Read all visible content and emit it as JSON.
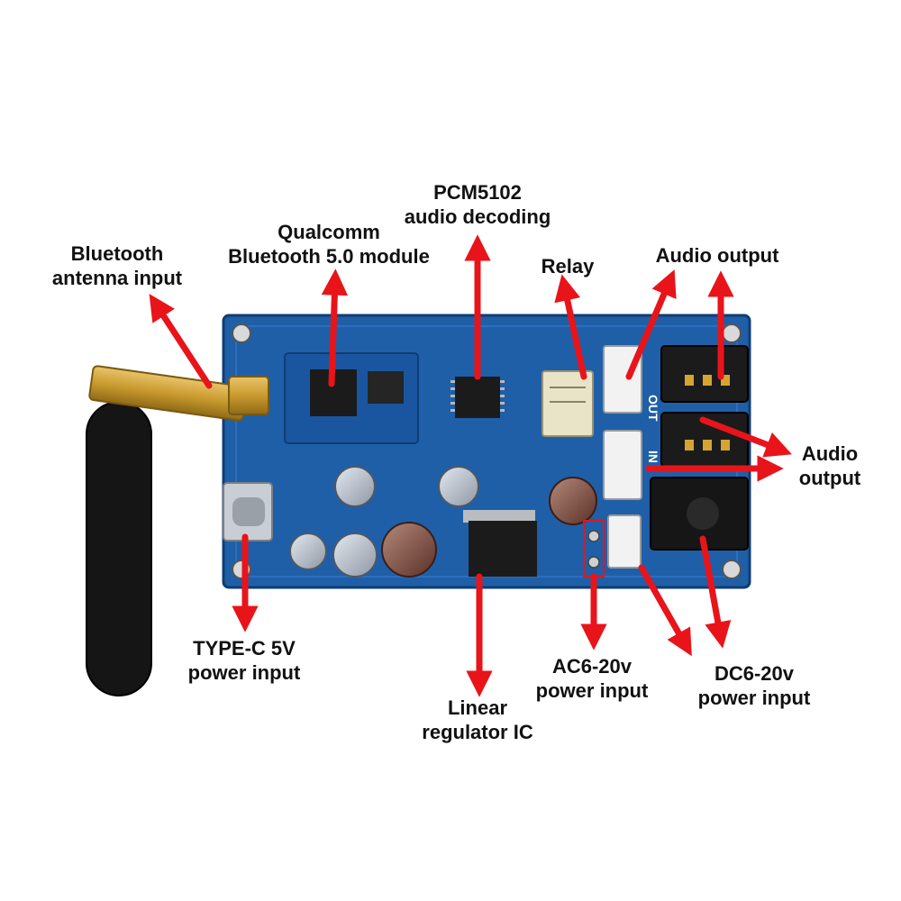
{
  "colors": {
    "arrow": "#e8141a",
    "pcb": "#1f5fa8",
    "pcb_dark": "#164a86",
    "chip": "#1b1b1b",
    "brass": "#c99a2e",
    "antenna": "#151515",
    "text": "#111111"
  },
  "board_markings": {
    "out_label": "OUT",
    "in_label": "IN"
  },
  "labels": {
    "antenna": {
      "line1": "Bluetooth",
      "line2": "antenna input"
    },
    "bt_module": {
      "line1": "Qualcomm",
      "line2": "Bluetooth 5.0 module"
    },
    "decoder": {
      "line1": "PCM5102",
      "line2": "audio decoding"
    },
    "relay": {
      "line1": "Relay"
    },
    "audio_out_top": {
      "line1": "Audio output"
    },
    "audio_out_right": {
      "line1": "Audio",
      "line2": "output"
    },
    "typec": {
      "line1": "TYPE-C 5V",
      "line2": "power input"
    },
    "regulator": {
      "line1": "Linear",
      "line2": "regulator IC"
    },
    "ac_power": {
      "line1": "AC6-20v",
      "line2": "power input"
    },
    "dc_power": {
      "line1": "DC6-20v",
      "line2": "power input"
    }
  }
}
